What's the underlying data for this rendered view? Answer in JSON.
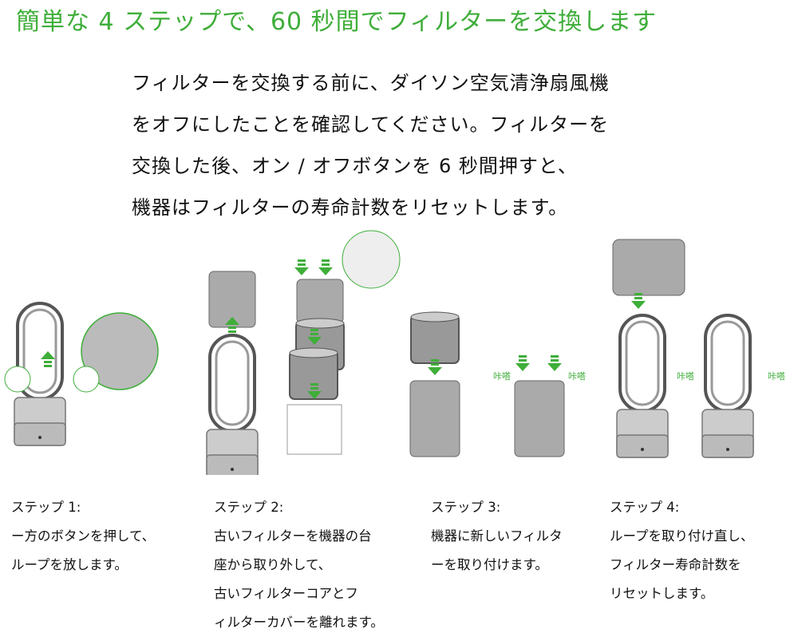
{
  "title": "簡単な 4 ステップで、60 秒間でフィルターを交換します",
  "intro_lines": [
    "フィルターを交換する前に、ダイソン空気清浄扇風機",
    "をオフにしたことを確認してください。フィルターを",
    "交換した後、オン / オフボタンを 6 秒間押すと、",
    "機器はフィルターの寿命計数をリセットします。"
  ],
  "click_label": "咔嗒",
  "accent_color": "#3fae3a",
  "steps": [
    {
      "heading": "ステップ 1:",
      "lines": [
        "ー方のボタンを押して、",
        "ループを放します。"
      ]
    },
    {
      "heading": "ステップ 2:",
      "lines": [
        "古いフィルターを機器の台",
        "座から取り外して、",
        "古いフィルターコアとフ",
        "ィルターカバーを離れます。"
      ]
    },
    {
      "heading": "ステップ 3:",
      "lines": [
        "機器に新しいフィルタ",
        "ーを取り付けます。"
      ]
    },
    {
      "heading": "ステップ 4:",
      "lines": [
        "ループを取り付け直し、",
        "フィルター寿命計数を",
        "リセットします。"
      ]
    }
  ]
}
